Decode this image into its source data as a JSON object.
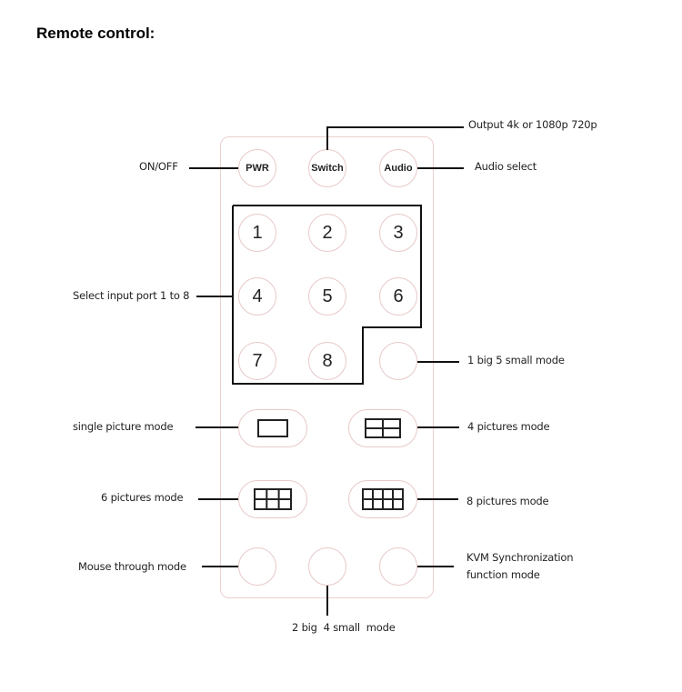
{
  "title": "Remote control:",
  "remote": {
    "top_row": [
      {
        "label": "PWR",
        "annotation": "ON/OFF"
      },
      {
        "label": "Switch",
        "annotation": "Output  4k or 1080p  720p"
      },
      {
        "label": "Audio",
        "annotation": "Audio select"
      }
    ],
    "number_buttons": [
      "1",
      "2",
      "3",
      "4",
      "5",
      "6",
      "7",
      "8"
    ],
    "number_group_annotation": "Select input port 1 to 8",
    "mode_buttons": {
      "one_big_five_small": {
        "annotation": "1 big 5 small mode",
        "icon": "blank-circle"
      },
      "single_picture": {
        "annotation": "single picture mode",
        "icon": "single-window-icon"
      },
      "four_pictures": {
        "annotation": "4 pictures mode",
        "icon": "quad-grid-icon"
      },
      "six_pictures": {
        "annotation": "6 pictures mode",
        "icon": "six-grid-icon"
      },
      "eight_pictures": {
        "annotation": "8 pictures mode",
        "icon": "eight-grid-icon"
      },
      "mouse_through": {
        "annotation": "Mouse through mode",
        "icon": "blank-circle"
      },
      "two_big_four_small": {
        "annotation": "2 big  4 small  mode",
        "icon": "blank-circle"
      },
      "kvm_sync": {
        "annotation_line1": "KVM Synchronization",
        "annotation_line2": "function mode",
        "icon": "blank-circle"
      }
    }
  }
}
